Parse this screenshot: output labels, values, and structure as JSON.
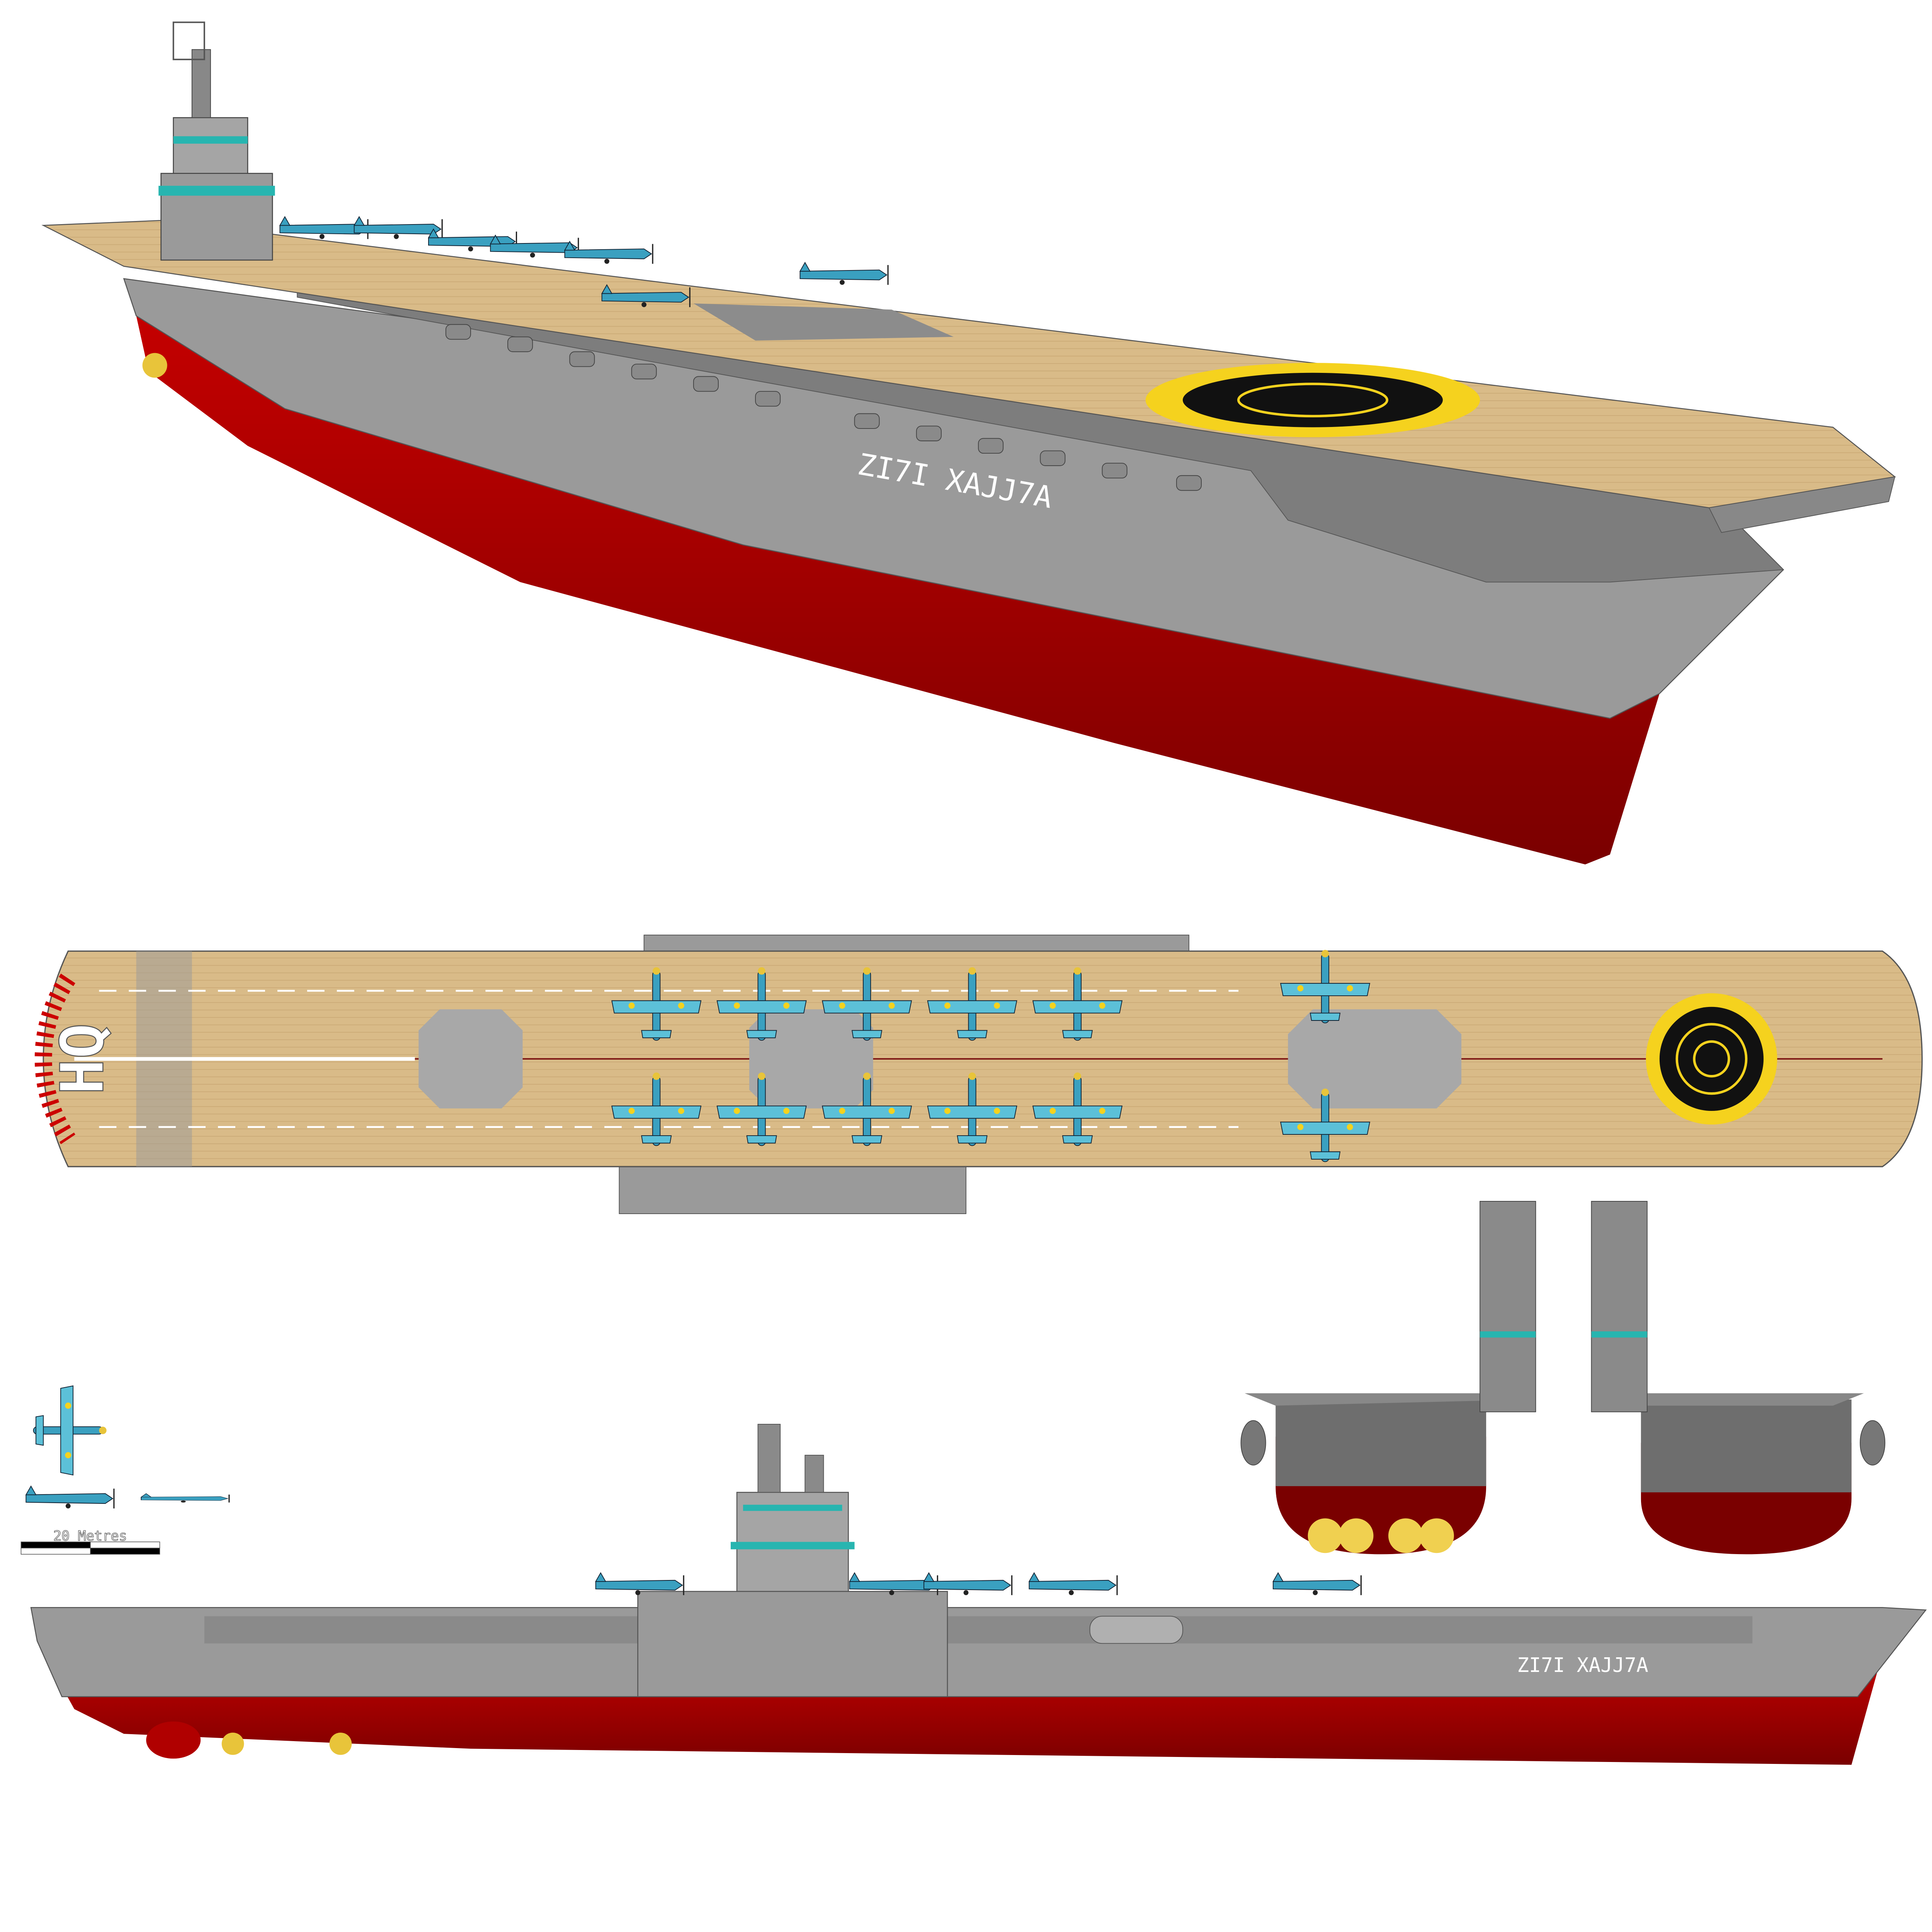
{
  "scale_bar": {
    "label": "20 Metres"
  },
  "markings": {
    "deck_code": "HQ",
    "hull_code": "ZI7I XAJJ7A"
  },
  "colors": {
    "hull_red": "#b00000",
    "hull_gray": "#9a9a9a",
    "deck_wood": "#d9bb88",
    "emblem_yellow": "#f5d21e",
    "emblem_black": "#111111",
    "accent_teal": "#27b5b0",
    "aircraft_camo": "#3aa0c0",
    "propeller_brass": "#e8c43a"
  },
  "views": [
    "perspective",
    "plan",
    "bow",
    "stern",
    "profile"
  ]
}
